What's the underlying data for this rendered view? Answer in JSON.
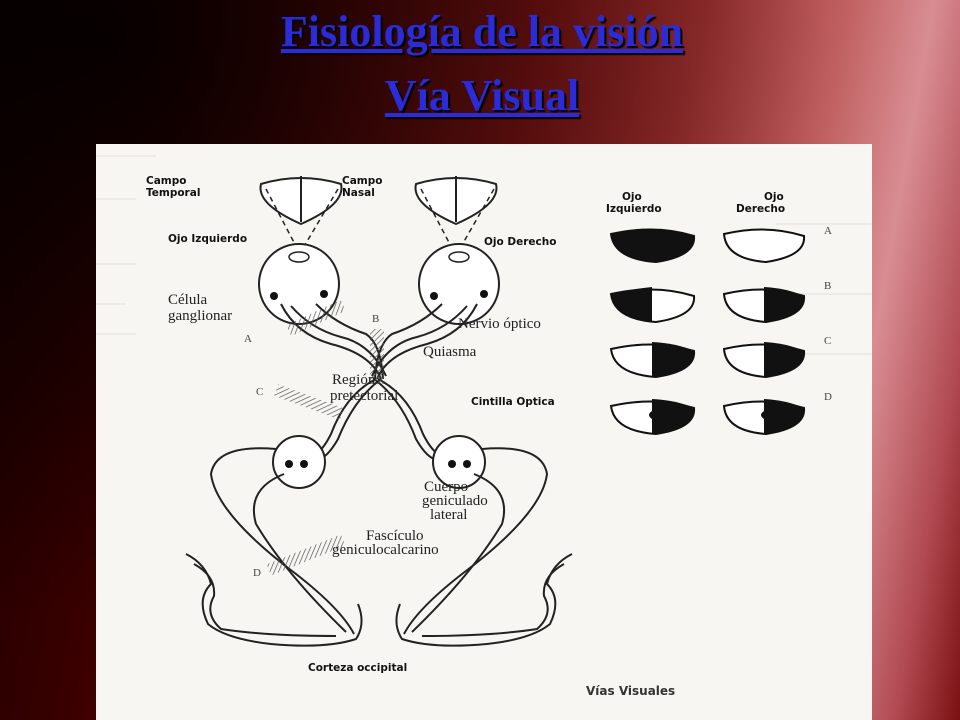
{
  "slide": {
    "title_line1": "Fisiología de la visión",
    "title_line2": "Vía Visual"
  },
  "figure": {
    "labels": {
      "campo_temporal_1": "Campo",
      "campo_temporal_2": "Temporal",
      "campo_nasal_1": "Campo",
      "campo_nasal_2": "Nasal",
      "ojo_izquierdo": "Ojo Izquierdo",
      "ojo_derecho": "Ojo Derecho",
      "celula_1": "Célula",
      "celula_2": "ganglionar",
      "nervio_optico": "Nervio óptico",
      "quiasma": "Quiasma",
      "region_1": "Región",
      "region_2": "pretectorial",
      "cintilla_optica": "Cintilla Optica",
      "cuerpo_1": "Cuerpo",
      "cuerpo_2": "geniculado",
      "cuerpo_3": "lateral",
      "fasciculo_1": "Fascículo",
      "fasciculo_2": "geniculocalcarino",
      "corteza_occipital": "Corteza occipital",
      "caption": "Vías Visuales",
      "point_a": "A",
      "point_b": "B",
      "point_c": "C",
      "point_d": "D"
    },
    "field_chart": {
      "col_left_1": "Ojo",
      "col_left_2": "Izquierdo",
      "col_right_1": "Ojo",
      "col_right_2": "Derecho",
      "rows": [
        "A",
        "B",
        "C",
        "D"
      ]
    }
  }
}
